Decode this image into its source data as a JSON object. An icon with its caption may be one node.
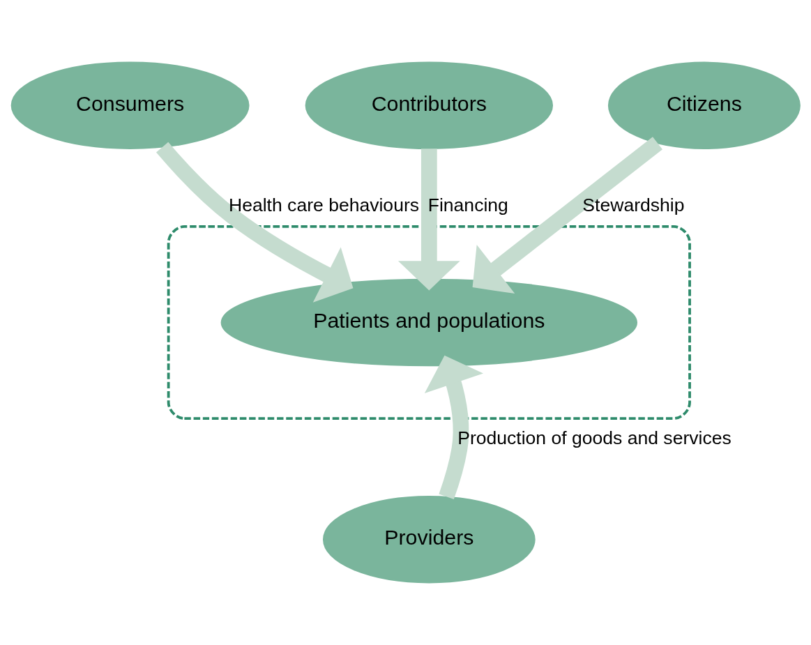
{
  "diagram": {
    "nodes": [
      {
        "text": [
          "Contributors"
        ]
      },
      {
        "text": [],
        "shape": "ellipse"
      },
      {
        "text": [
          "Consumers"
        ]
      },
      {
        "text": [
          "Patients and populations"
        ],
        "in": 1
      },
      {
        "text": [
          "Citizens"
        ]
      },
      {
        "text": [
          "Providers"
        ]
      }
    ],
    "edges": [
      {
        "from": 0,
        "to": 3,
        "arrow": "to",
        "label": "Financing"
      },
      {
        "from": 2,
        "to": 3,
        "arrow": "to",
        "label": "Health care behaviours"
      },
      {
        "from": 4,
        "to": 3,
        "arrow": "to",
        "label": "Stewardship"
      },
      {
        "from": 5,
        "to": 3,
        "arrow": "to",
        "label": "Production of goods and services"
      }
    ]
  }
}
